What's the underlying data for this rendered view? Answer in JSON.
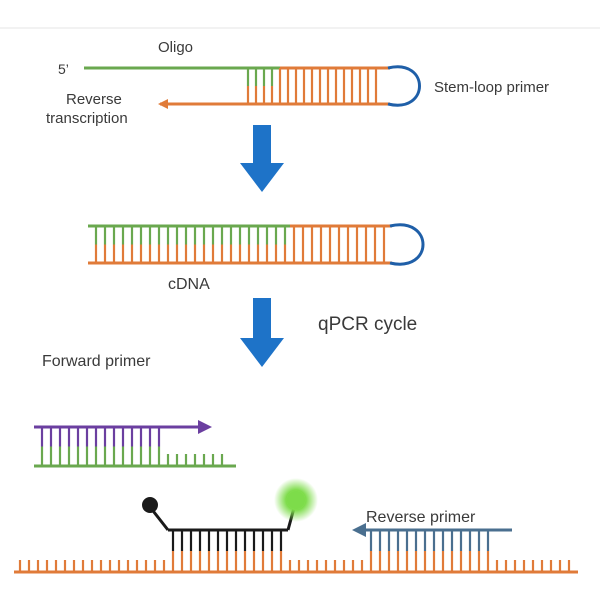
{
  "labels": {
    "oligo": "Oligo",
    "five_prime": "5’",
    "stem_loop_primer": "Stem-loop primer",
    "reverse_transcription_line1": "Reverse",
    "reverse_transcription_line2": "transcription",
    "cdna": "cDNA",
    "qpcr_cycle": "qPCR cycle",
    "forward_primer": "Forward  primer",
    "reverse_primer": "Reverse  primer"
  },
  "colors": {
    "green": "#6aa84f",
    "orange": "#e07b39",
    "blue_loop": "#1f5fa8",
    "arrow_blue": "#1e73c8",
    "purple": "#6b3fa0",
    "black": "#1a1a1a",
    "steel": "#4a6f8f",
    "probe_glow": "#7ddc4a"
  }
}
